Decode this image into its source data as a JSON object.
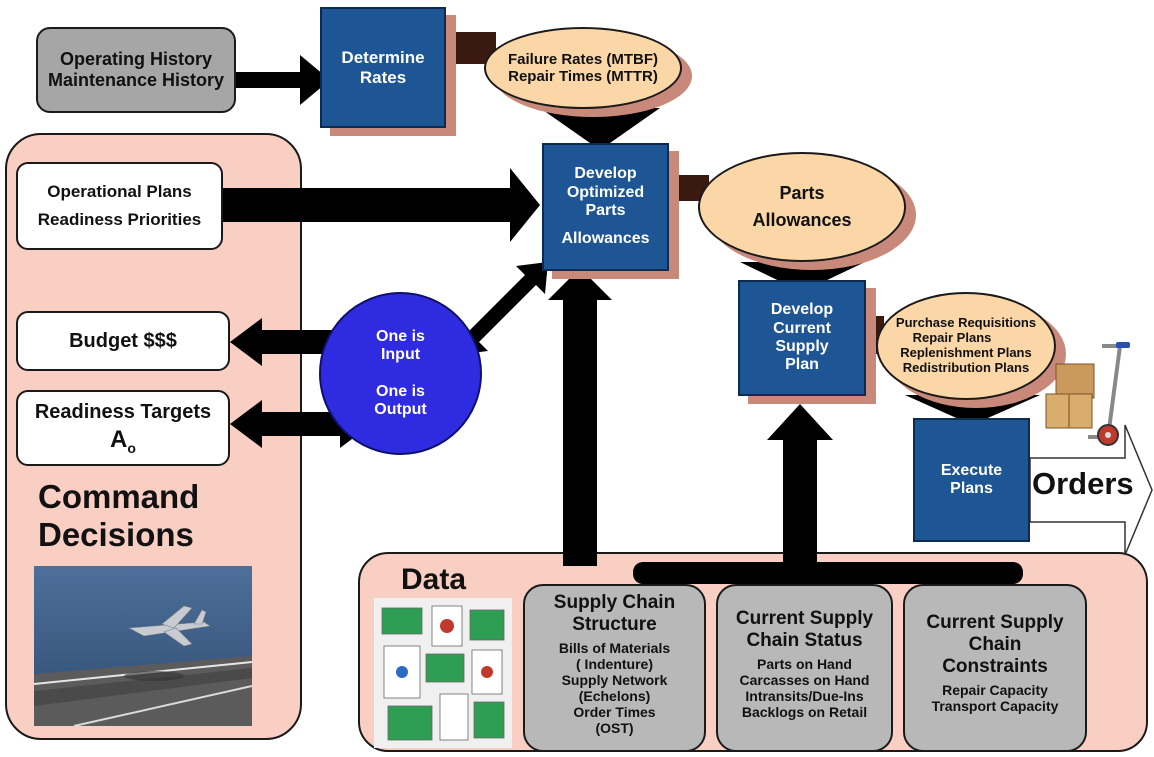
{
  "history": [
    "Operating History",
    "Maintenance History"
  ],
  "determine_rates": [
    "Determine",
    "Rates"
  ],
  "rates_oval": [
    "Failure Rates (MTBF)",
    "Repair Times (MTTR)"
  ],
  "optimized": [
    "Develop",
    "Optimized",
    "Parts",
    "Allowances"
  ],
  "parts_allowances": [
    "Parts",
    "Allowances"
  ],
  "supply_plan": [
    "Develop",
    "Current",
    "Supply",
    "Plan"
  ],
  "plans_oval": [
    "Purchase Requisitions",
    "Repair Plans",
    "Replenishment Plans",
    "Redistribution Plans"
  ],
  "execute": [
    "Execute",
    "Plans"
  ],
  "orders": "Orders",
  "operational": [
    "Operational Plans",
    "Readiness Priorities"
  ],
  "budget": "Budget $$$",
  "readiness_targets": "Readiness Targets",
  "ao_main": "A",
  "ao_sub": "o",
  "circle": {
    "input": [
      "One is",
      "Input"
    ],
    "output": [
      "One is",
      "Output"
    ]
  },
  "command": [
    "Command",
    "Decisions"
  ],
  "data_label": "Data",
  "structure": {
    "title": [
      "Supply Chain",
      "Structure"
    ],
    "items": [
      "Bills of Materials",
      "( Indenture)",
      "Supply Network",
      "(Echelons)",
      "Order Times",
      "(OST)"
    ]
  },
  "status": {
    "title": [
      "Current Supply",
      "Chain Status"
    ],
    "items": [
      "Parts on Hand",
      "Carcasses on Hand",
      "Intransits/Due-Ins",
      "Backlogs on Retail"
    ]
  },
  "constraints": {
    "title": [
      "Current Supply",
      "Chain",
      "Constraints"
    ],
    "items": [
      "Repair  Capacity",
      "Transport Capacity"
    ]
  },
  "colors": {
    "blue_box": "#1d5595",
    "oval": "#fbd6a6",
    "panel": "#f9cfc3",
    "circle": "#2e2be0",
    "gray": "#b8b8b8"
  }
}
